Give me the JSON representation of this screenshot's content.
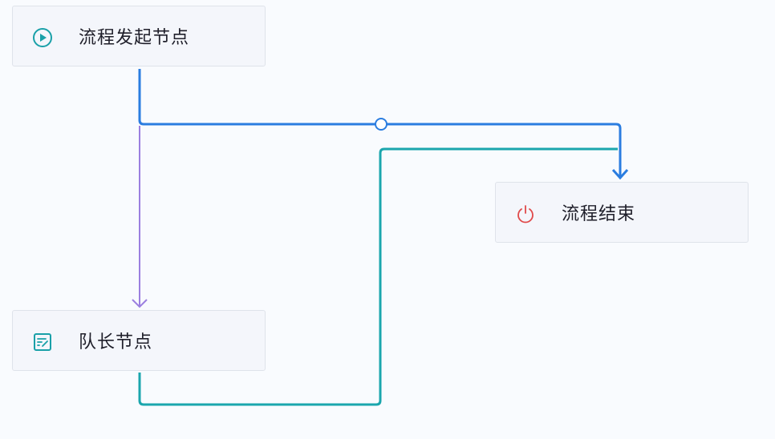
{
  "nodes": {
    "start": {
      "label": "流程发起节点",
      "icon": "play-circle-icon"
    },
    "leader": {
      "label": "队长节点",
      "icon": "form-edit-icon"
    },
    "end": {
      "label": "流程结束",
      "icon": "power-icon"
    }
  },
  "colors": {
    "edge_start_end": "#2b7de0",
    "edge_start_leader": "#9b7fe0",
    "edge_leader_end": "#1ba6ad",
    "start_icon": "#19a0a8",
    "end_icon": "#e04a4a"
  }
}
